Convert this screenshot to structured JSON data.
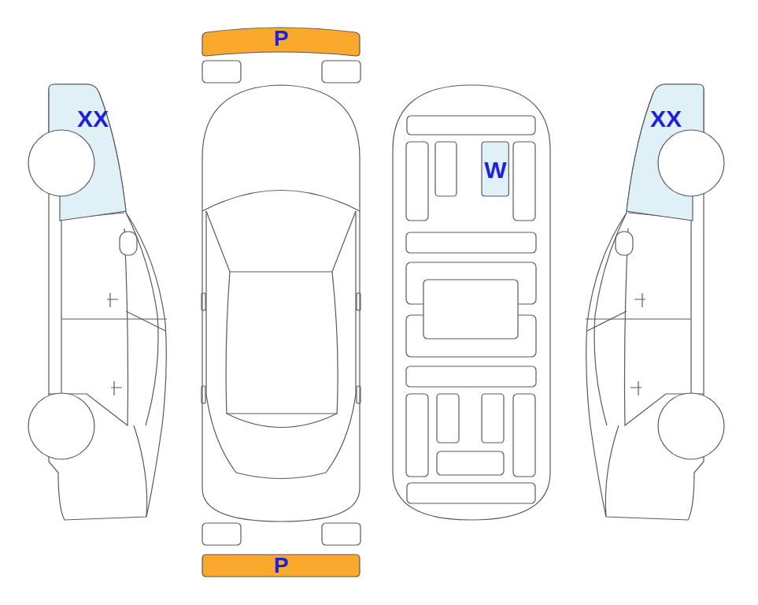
{
  "diagram": {
    "nodes": [
      {
        "text": [
          "P"
        ]
      },
      {
        "text": [
          "XX"
        ]
      },
      {
        "text": [
          "XX"
        ]
      },
      {
        "text": [
          "W"
        ]
      },
      {
        "text": [
          "P"
        ]
      }
    ]
  }
}
